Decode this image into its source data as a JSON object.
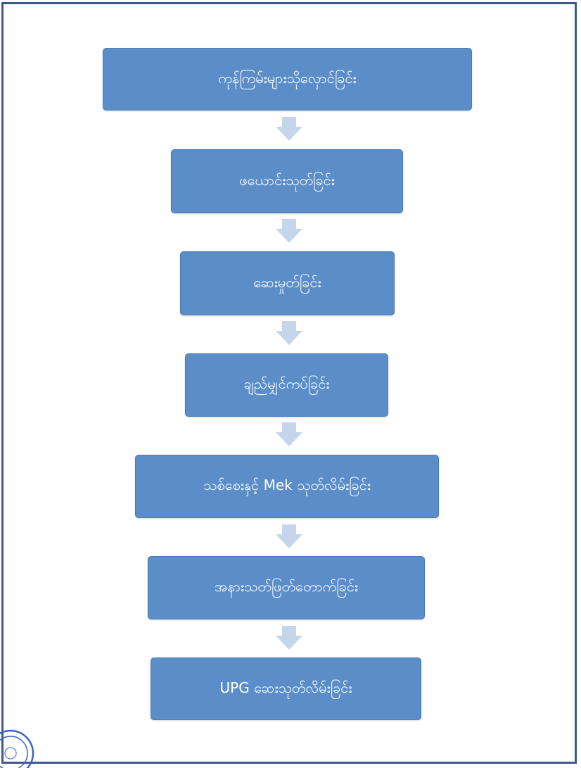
{
  "steps": [
    {
      "label": "ကုန်ကြမ်းများသိုလှောင်ခြင်း"
    },
    {
      "label": "ဖယောင်းသုတ်ခြင်း"
    },
    {
      "label": "ဆေးမှုတ်ခြင်း"
    },
    {
      "label": "ချည်မျှင်ကပ်ခြင်း"
    },
    {
      "label": "သစ်စေးနှင့် Mek သုတ်လိမ်းခြင်း"
    },
    {
      "label": "အနားသတ်ဖြတ်တောက်ခြင်း"
    },
    {
      "label": "UPG ဆေးသုတ်လိမ်းခြင်း"
    }
  ],
  "colors": {
    "box": "#5b8ec9",
    "arrow": "#c5d6ec",
    "frame": "#3d5a8c"
  }
}
